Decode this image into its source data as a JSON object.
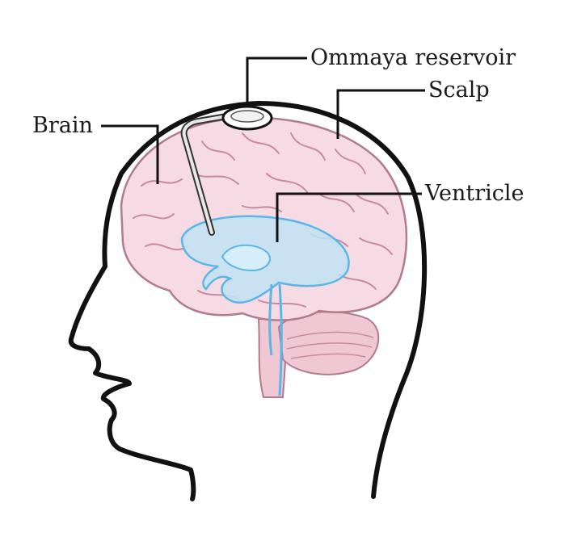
{
  "labels": {
    "ommaya": "Ommaya reservoir",
    "scalp": "Scalp",
    "brain": "Brain",
    "ventricle": "Ventricle"
  },
  "colors": {
    "brain_fill": "#f6dbe4",
    "brain_stroke": "#b27a8d",
    "ventricle_fill": "#bfe3f5",
    "ventricle_stroke": "#5bb6e6",
    "outline": "#111111",
    "cerebellum": "#f0c8d4"
  }
}
